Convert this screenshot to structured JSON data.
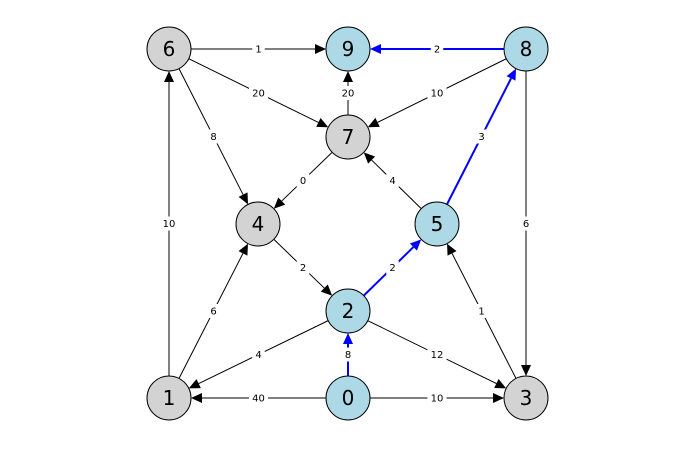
{
  "graph": {
    "colors": {
      "highlight_node": "#add8e6",
      "normal_node": "#d3d3d3",
      "highlight_edge": "#0000ff",
      "normal_edge": "#000000",
      "node_stroke": "#000000",
      "background": "#ffffff"
    },
    "nodes": [
      {
        "id": "0",
        "label": "0",
        "highlighted": true
      },
      {
        "id": "1",
        "label": "1",
        "highlighted": false
      },
      {
        "id": "2",
        "label": "2",
        "highlighted": true
      },
      {
        "id": "3",
        "label": "3",
        "highlighted": false
      },
      {
        "id": "4",
        "label": "4",
        "highlighted": false
      },
      {
        "id": "5",
        "label": "5",
        "highlighted": true
      },
      {
        "id": "6",
        "label": "6",
        "highlighted": false
      },
      {
        "id": "7",
        "label": "7",
        "highlighted": false
      },
      {
        "id": "8",
        "label": "8",
        "highlighted": true
      },
      {
        "id": "9",
        "label": "9",
        "highlighted": true
      }
    ],
    "edges": [
      {
        "from": "0",
        "to": "1",
        "weight": "40",
        "highlighted": false
      },
      {
        "from": "0",
        "to": "3",
        "weight": "10",
        "highlighted": false
      },
      {
        "from": "0",
        "to": "2",
        "weight": "8",
        "highlighted": true
      },
      {
        "from": "1",
        "to": "6",
        "weight": "10",
        "highlighted": false
      },
      {
        "from": "1",
        "to": "4",
        "weight": "6",
        "highlighted": false
      },
      {
        "from": "2",
        "to": "1",
        "weight": "4",
        "highlighted": false
      },
      {
        "from": "2",
        "to": "3",
        "weight": "12",
        "highlighted": false
      },
      {
        "from": "2",
        "to": "5",
        "weight": "2",
        "highlighted": true
      },
      {
        "from": "3",
        "to": "5",
        "weight": "1",
        "highlighted": false
      },
      {
        "from": "4",
        "to": "2",
        "weight": "2",
        "highlighted": false
      },
      {
        "from": "5",
        "to": "7",
        "weight": "4",
        "highlighted": false
      },
      {
        "from": "5",
        "to": "8",
        "weight": "3",
        "highlighted": true
      },
      {
        "from": "6",
        "to": "9",
        "weight": "1",
        "highlighted": false
      },
      {
        "from": "6",
        "to": "7",
        "weight": "20",
        "highlighted": false
      },
      {
        "from": "6",
        "to": "4",
        "weight": "8",
        "highlighted": false
      },
      {
        "from": "7",
        "to": "4",
        "weight": "0",
        "highlighted": false
      },
      {
        "from": "7",
        "to": "9",
        "weight": "20",
        "highlighted": false
      },
      {
        "from": "8",
        "to": "9",
        "weight": "2",
        "highlighted": true
      },
      {
        "from": "8",
        "to": "7",
        "weight": "10",
        "highlighted": false
      },
      {
        "from": "8",
        "to": "3",
        "weight": "6",
        "highlighted": false
      }
    ]
  }
}
